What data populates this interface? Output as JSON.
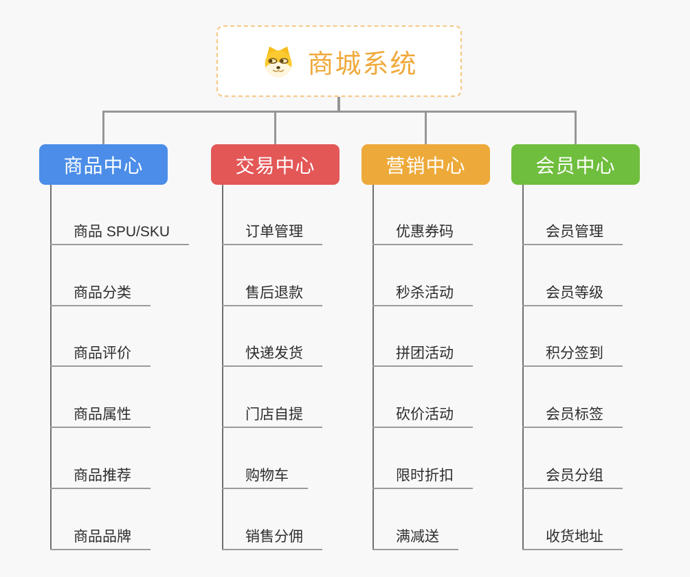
{
  "root": {
    "title": "商城系统",
    "icon": "dog-face",
    "text_color": "#f0a93c",
    "border_color": "#f6c883",
    "background": "#ffffff"
  },
  "branches": [
    {
      "label": "商品中心",
      "color": "#4b8de8",
      "children": [
        "商品 SPU/SKU",
        "商品分类",
        "商品评价",
        "商品属性",
        "商品推荐",
        "商品品牌"
      ]
    },
    {
      "label": "交易中心",
      "color": "#e35757",
      "children": [
        "订单管理",
        "售后退款",
        "快递发货",
        "门店自提",
        "购物车",
        "销售分佣"
      ]
    },
    {
      "label": "营销中心",
      "color": "#eda939",
      "children": [
        "优惠券码",
        "秒杀活动",
        "拼团活动",
        "砍价活动",
        "限时折扣",
        "满减送"
      ]
    },
    {
      "label": "会员中心",
      "color": "#6fbe3e",
      "children": [
        "会员管理",
        "会员等级",
        "积分签到",
        "会员标签",
        "会员分组",
        "收货地址"
      ]
    }
  ],
  "colors": {
    "page_background": "#f8f8f8",
    "connector": "#969696",
    "trunk": "#6e6e6e",
    "underline": "#9a9a9a",
    "child_text": "#2d2d2d",
    "header_text": "#ffffff"
  }
}
